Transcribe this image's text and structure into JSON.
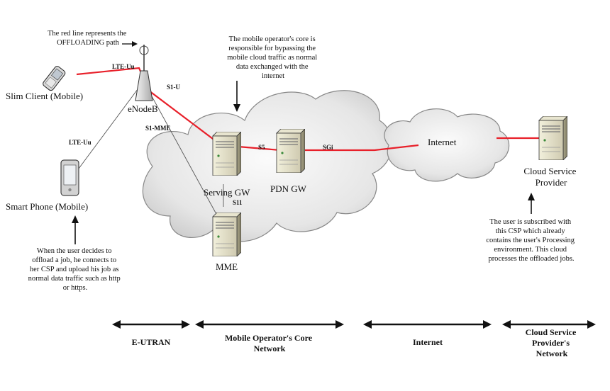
{
  "notes": {
    "offload_line": [
      "The red line represents the",
      "OFFLOADING path"
    ],
    "core": [
      "The mobile operator's core is",
      "responsible for bypassing the",
      "mobile cloud traffic as normal",
      "data exchanged with the",
      "internet"
    ],
    "user_offload": [
      "When the user decides to",
      "offload a job, he connects to",
      "her CSP and upload his job as",
      "normal data traffic such as http",
      "or https."
    ],
    "csp": [
      "The user is subscribed with",
      "this CSP which already",
      "contains the user's Processing",
      "environment. This cloud",
      "processes the offloaded jobs."
    ]
  },
  "nodes": {
    "slim_client": "Slim Client (Mobile)",
    "smart_phone": "Smart Phone (Mobile)",
    "enodeb": "eNodeB",
    "serving_gw": "Serving GW",
    "pdn_gw": "PDN GW",
    "mme": "MME",
    "internet": "Internet",
    "csp": [
      "Cloud Service",
      "Provider"
    ]
  },
  "links": {
    "lte_uu_1": "LTE-Uu",
    "lte_uu_2": "LTE-Uu",
    "s1u": "S1-U",
    "s1mme": "S1-MME",
    "s5": "S5",
    "sgi": "SGi",
    "s11": "S11"
  },
  "segments": {
    "eutran": [
      "E-UTRAN"
    ],
    "core": [
      "Mobile Operator's Core",
      "Network"
    ],
    "internet": [
      "Internet"
    ],
    "csp": [
      "Cloud Service",
      "Provider's",
      "Network"
    ]
  },
  "colors": {
    "offload_path": "#e8202a",
    "thin_link": "#555555",
    "arrow": "#111111"
  }
}
